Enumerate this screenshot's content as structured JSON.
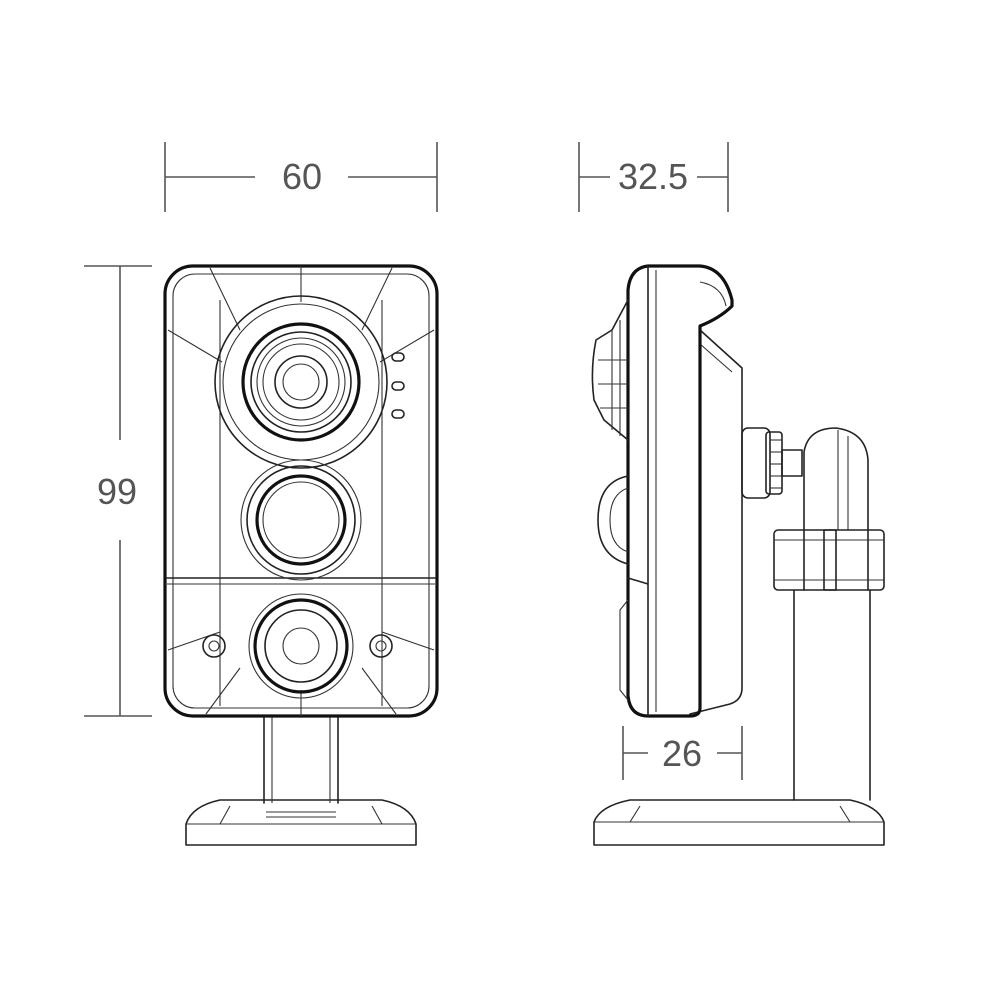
{
  "dimensions": {
    "front_width": "60",
    "side_depth": "32.5",
    "height": "99",
    "body_depth": "26"
  },
  "colors": {
    "line": "#222222",
    "dimension": "#555555",
    "background": "#ffffff"
  }
}
